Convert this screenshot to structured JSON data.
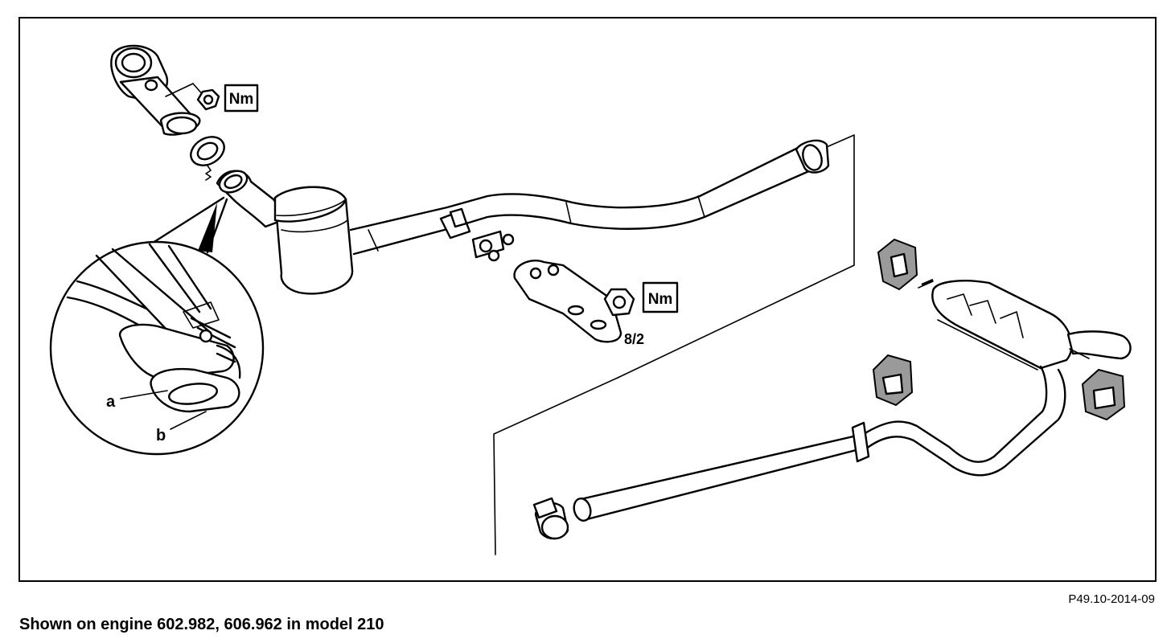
{
  "diagram": {
    "labels": {
      "torque_1": "Nm",
      "torque_2": "Nm",
      "detail_a": "a",
      "detail_b": "b",
      "part_ref": "8/2"
    }
  },
  "figure_ref": "P49.10-2014-09",
  "caption": "Shown on engine 602.982, 606.962 in model 210"
}
